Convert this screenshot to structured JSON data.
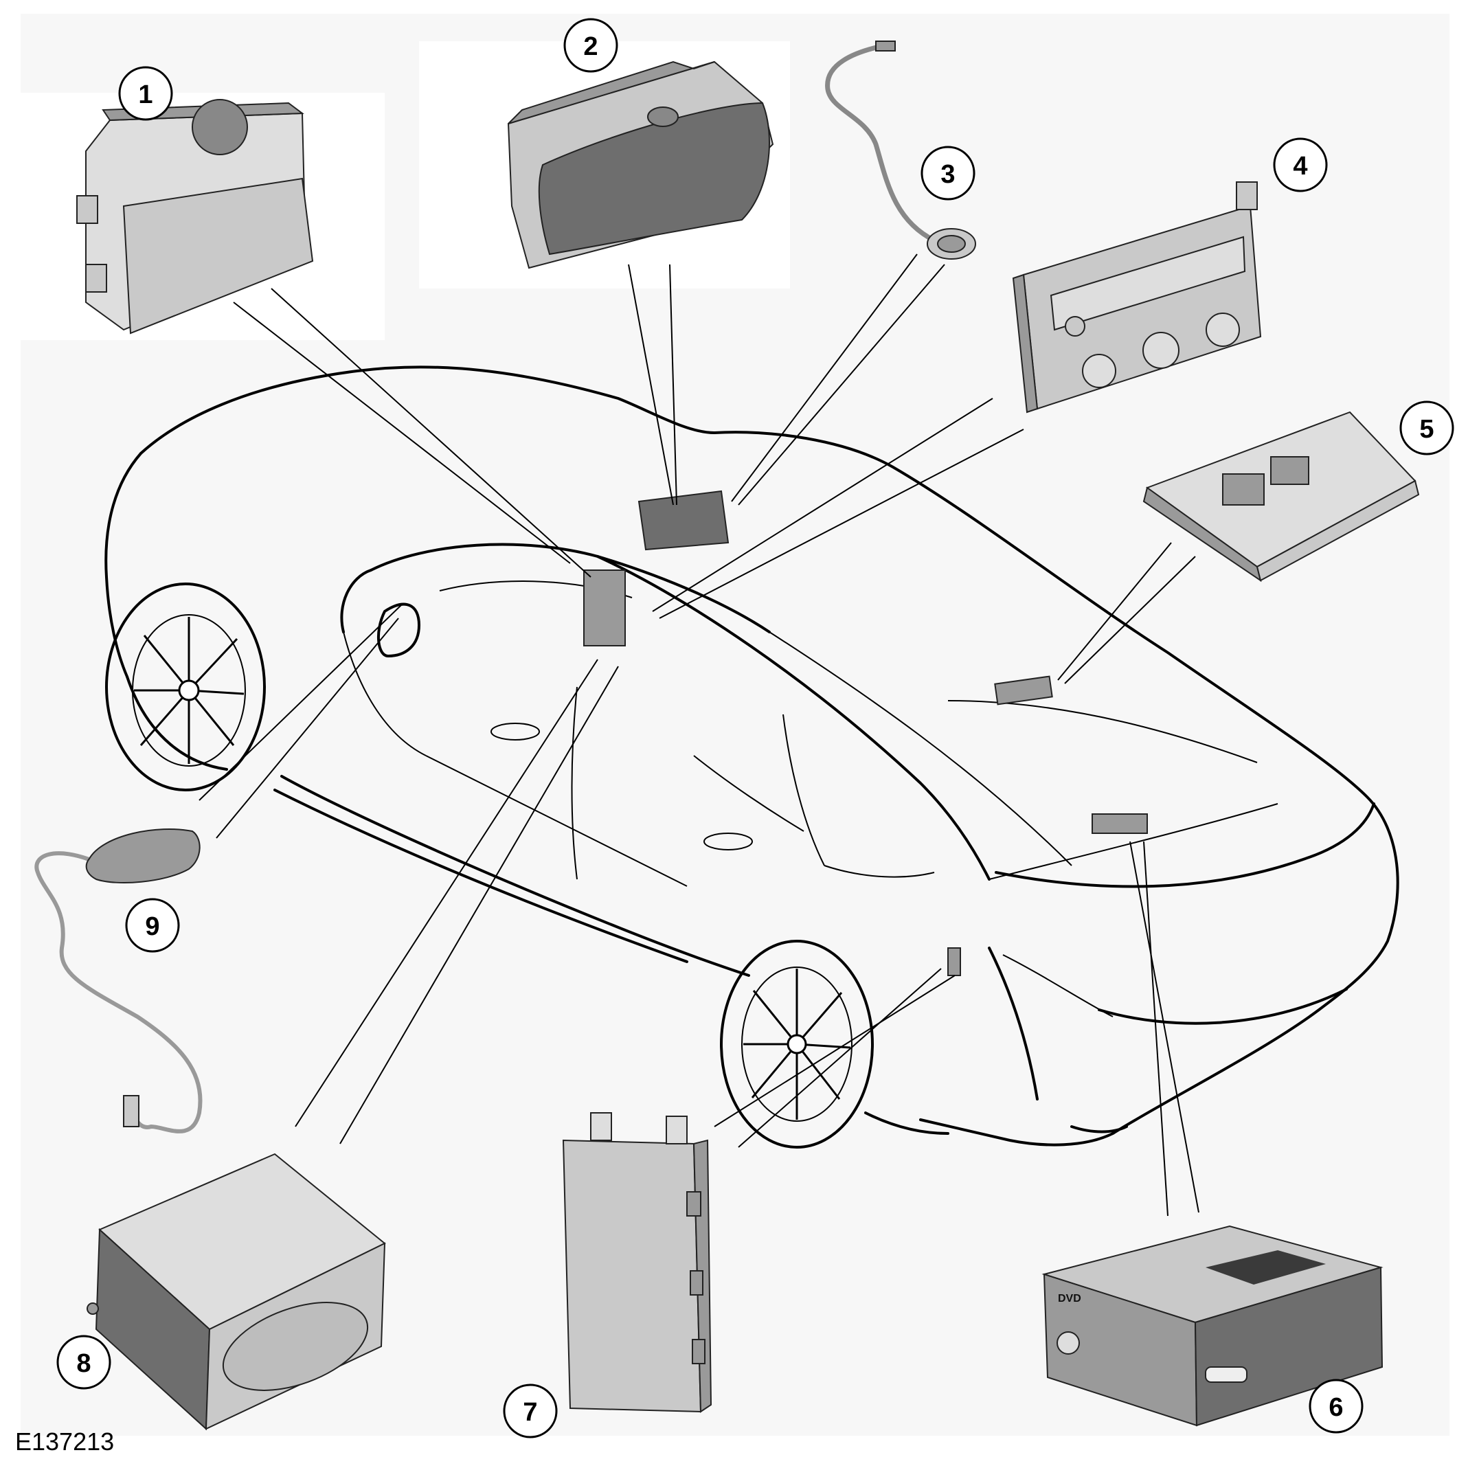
{
  "figure_ref": "E137213",
  "callouts": [
    "1",
    "2",
    "3",
    "4",
    "5",
    "6",
    "7",
    "8",
    "9"
  ],
  "labels": {
    "dvd": "DVD"
  },
  "colors": {
    "line": "#000000",
    "part_dark": "#6e6e6e",
    "part_mid": "#9a9a9a",
    "part_light": "#c9c9c9",
    "background": "#ffffff"
  }
}
